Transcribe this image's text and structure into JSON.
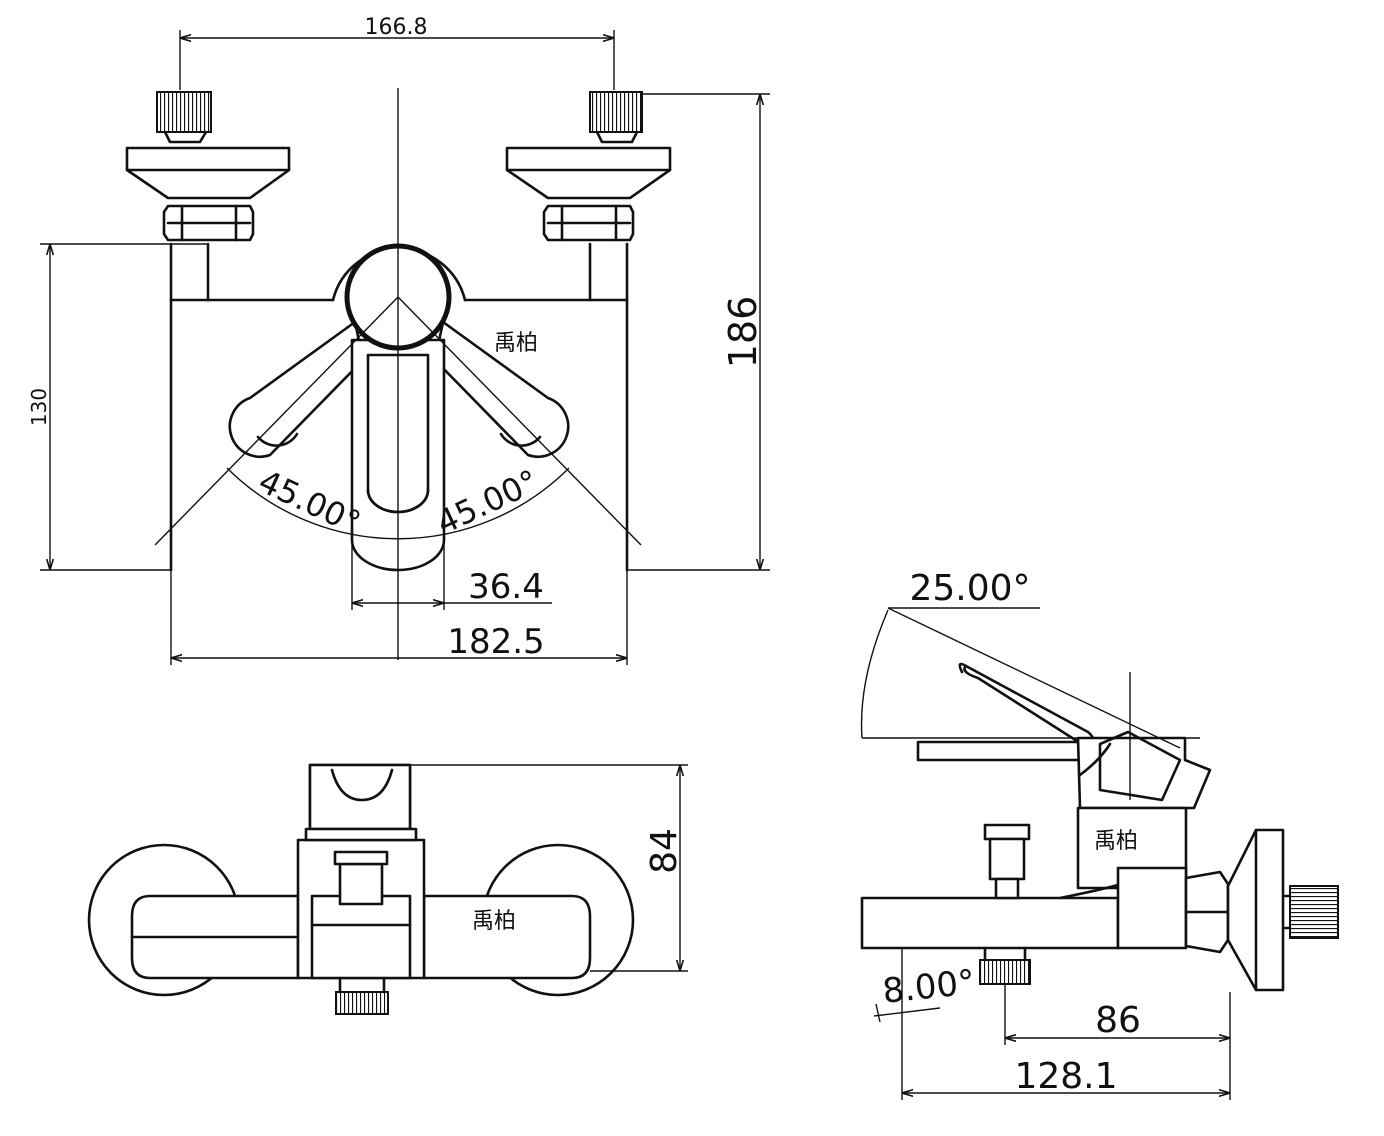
{
  "brand_label": "禹柏",
  "front_view": {
    "dim_inlet_spacing": "166.8",
    "dim_height_total": "186",
    "dim_body_height": "130",
    "dim_handle_offset": "36.4",
    "dim_width": "182.5",
    "angle_left": "45.00°",
    "angle_right": "45.00°"
  },
  "top_view": {
    "dim_depth": "84"
  },
  "side_view": {
    "angle_handle": "25.00°",
    "angle_spout": "8.00°",
    "dim_inlet_offset": "86",
    "dim_total_length": "128.1"
  }
}
